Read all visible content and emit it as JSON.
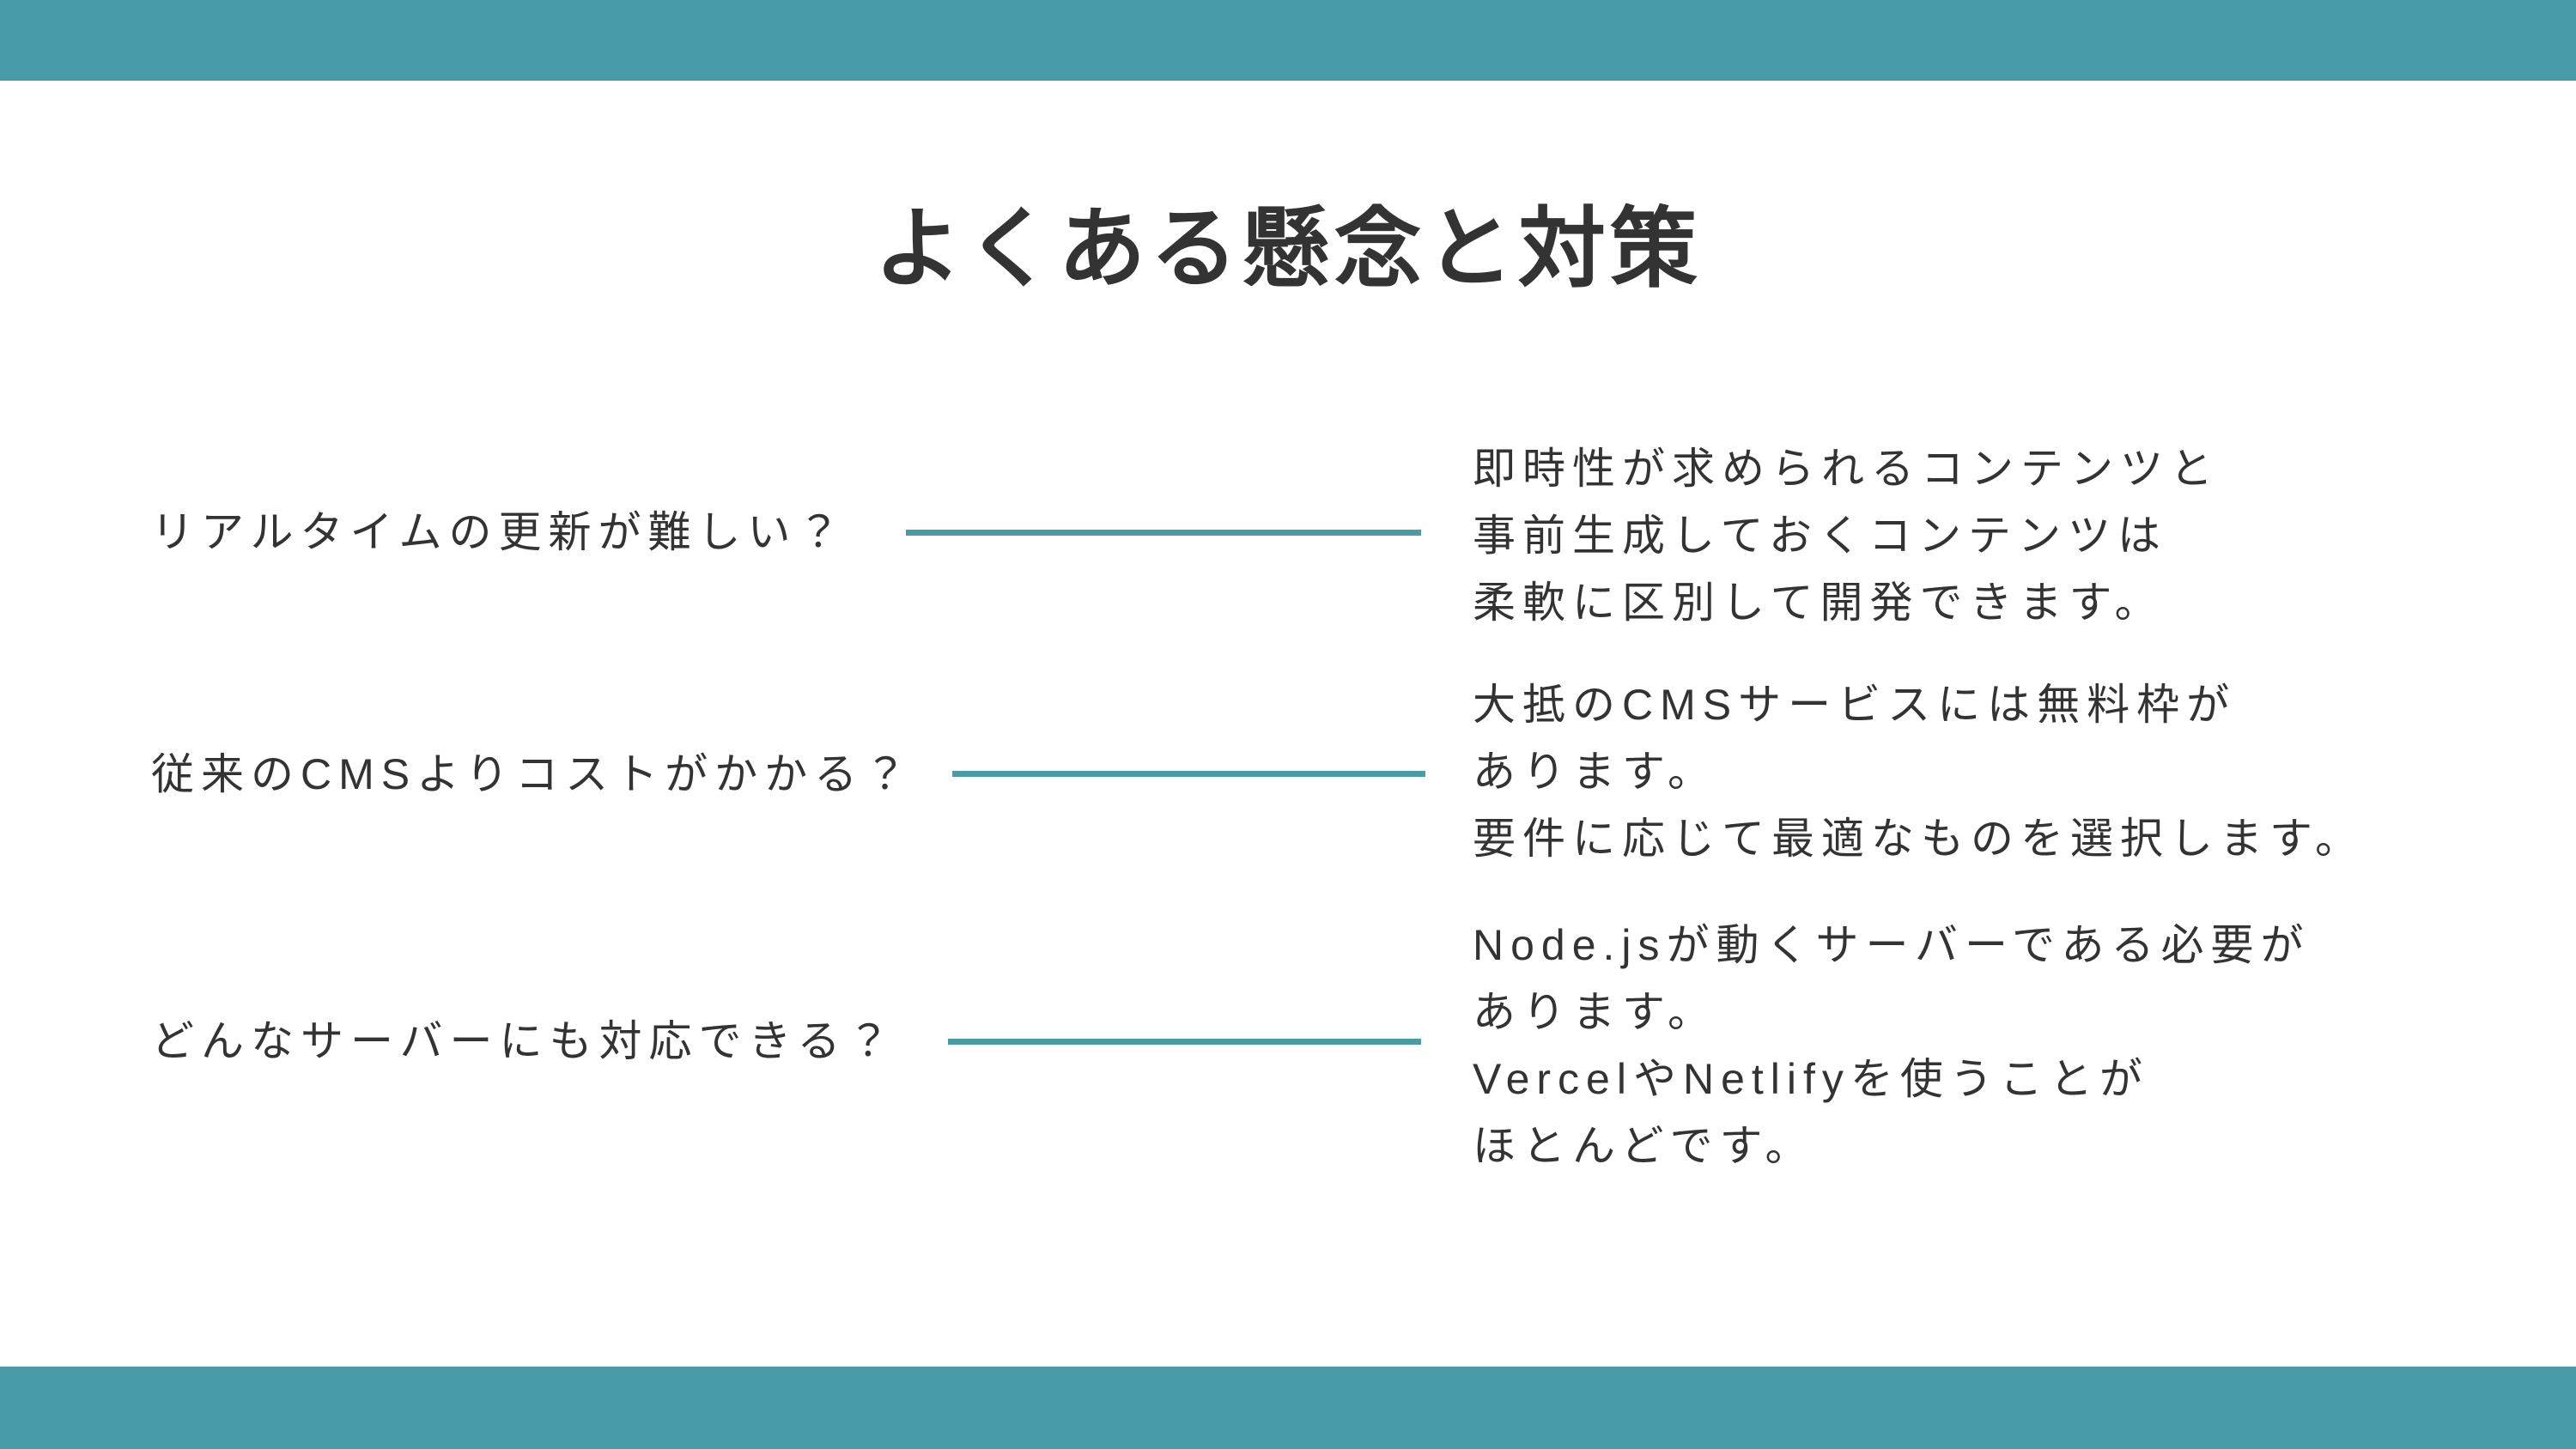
{
  "slide": {
    "title": "よくある懸念と対策",
    "items": [
      {
        "question": "リアルタイムの更新が難しい？",
        "answer_lines": [
          "即時性が求められるコンテンツと",
          "事前生成しておくコンテンツは",
          "柔軟に区別して開発できます。"
        ]
      },
      {
        "question": "従来のCMSよりコストがかかる？",
        "answer_lines": [
          "大抵のCMSサービスには無料枠が",
          "あります。",
          "要件に応じて最適なものを選択します。"
        ]
      },
      {
        "question": "どんなサーバーにも対応できる？",
        "answer_lines": [
          "Node.jsが動くサーバーである必要が",
          "あります。",
          "VercelやNetlifyを使うことが",
          "ほとんどです。"
        ]
      }
    ],
    "colors": {
      "accent": "#4A9BA8",
      "text": "#333333",
      "background": "#FFFFFF"
    }
  }
}
